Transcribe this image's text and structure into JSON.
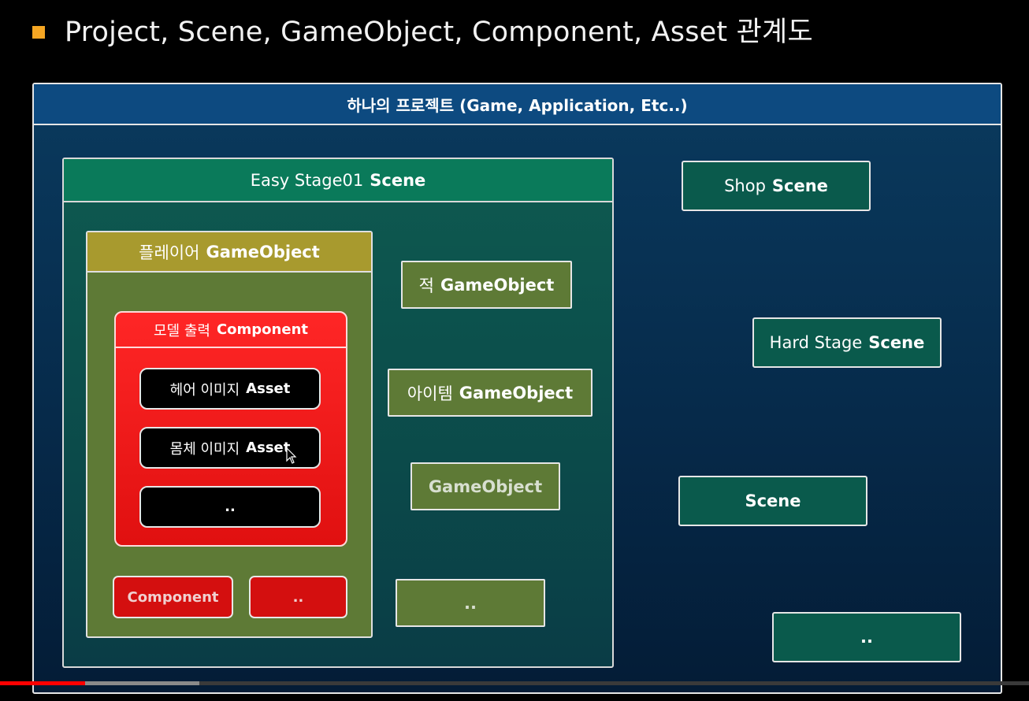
{
  "title": "Project, Scene, GameObject, Component, Asset 관계도",
  "colors": {
    "bullet": "#f5a623",
    "project_header": "#0d4a80",
    "scene_header": "#0a7a5a",
    "gameobject": "#5e7a36",
    "player_header": "#a89a2e",
    "component": "#ff2626",
    "asset": "#000000",
    "progress_played": "#ff0000"
  },
  "project": {
    "header": "하나의 프로젝트 (Game, Application, Etc..)"
  },
  "main_scene": {
    "label": "Easy Stage01",
    "type": "Scene"
  },
  "player": {
    "label": "플레이어",
    "type": "GameObject"
  },
  "model_component": {
    "label": "모델 출력",
    "type": "Component"
  },
  "assets": [
    {
      "label": "헤어 이미지",
      "type": "Asset"
    },
    {
      "label": "몸체 이미지",
      "type": "Asset"
    },
    {
      "label": "",
      "type": ".."
    }
  ],
  "player_components": [
    {
      "type": "Component"
    },
    {
      "type": ".."
    }
  ],
  "gameobjects": [
    {
      "label": "적",
      "type": "GameObject"
    },
    {
      "label": "아이템",
      "type": "GameObject"
    },
    {
      "label": "",
      "type": "GameObject"
    },
    {
      "label": "",
      "type": ".."
    }
  ],
  "other_scenes": [
    {
      "label": "Shop",
      "type": "Scene"
    },
    {
      "label": "Hard Stage",
      "type": "Scene"
    },
    {
      "label": "",
      "type": "Scene"
    },
    {
      "label": "",
      "type": ".."
    }
  ],
  "video_progress": {
    "played_fraction": 0.083,
    "loaded_fraction": 0.194
  }
}
